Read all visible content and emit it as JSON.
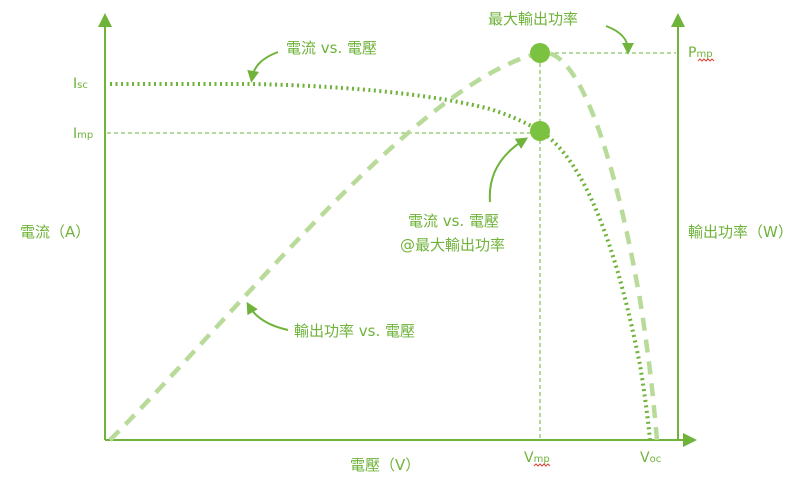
{
  "labels": {
    "current_vs_voltage": "電流 vs. 電壓",
    "max_output_power": "最大輸出功率",
    "current_vs_voltage_at_mpp_line1": "電流 vs. 電壓",
    "current_vs_voltage_at_mpp_line2": "@最大輸出功率",
    "power_vs_voltage": "輸出功率 vs. 電壓",
    "y_left_axis": "電流（A）",
    "y_right_axis": "輸出功率（W）",
    "x_axis": "電壓（V）"
  },
  "ticks": {
    "isc_main": "I",
    "isc_sub": "sc",
    "imp_main": "I",
    "imp_sub": "mp",
    "pmp_main": "P",
    "pmp_sub": "mp",
    "vmp_main": "V",
    "vmp_sub": "mp",
    "voc_main": "V",
    "voc_sub": "oc"
  },
  "colors": {
    "primary": "#6fb33a",
    "power_curve": "#b9db9a",
    "marker": "#7cc241",
    "spell_underline": "#e0463a"
  }
}
